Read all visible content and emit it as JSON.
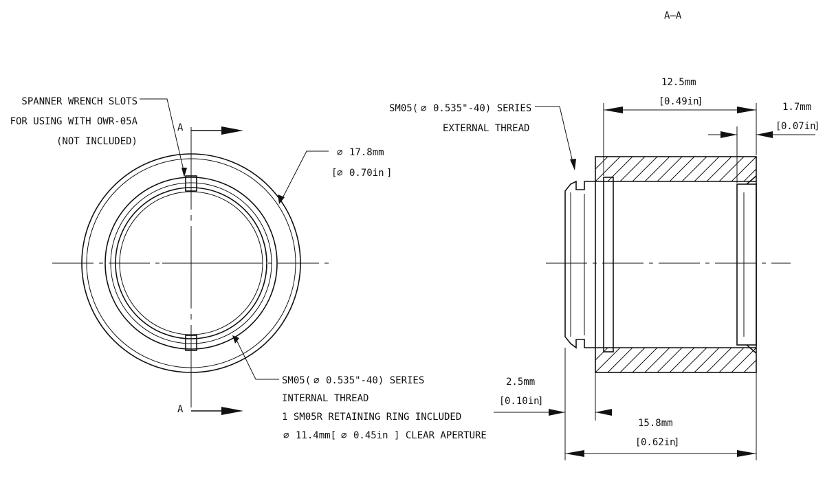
{
  "section_label": "A—A",
  "cut_marks": {
    "top": "A",
    "bottom": "A"
  },
  "front_view": {
    "slots_note": {
      "line1": "SPANNER WRENCH SLOTS",
      "line2": "FOR USING WITH OWR-05A",
      "line3": "(NOT INCLUDED)"
    },
    "outer_diameter": {
      "mm": "17.8mm",
      "inch": "0.70in"
    },
    "internal_thread_note": {
      "line1": "SM05(",
      "line1b": "0.535\"-40) SERIES",
      "line2": "INTERNAL THREAD",
      "line3": "1 SM05R RETAINING RING INCLUDED",
      "line4a": "11.4mm[",
      "line4b": "0.45in ] CLEAR APERTURE"
    }
  },
  "side_view": {
    "external_thread_note": {
      "line1a": "SM05(",
      "line1b": "0.535\"-40) SERIES",
      "line2": "EXTERNAL THREAD"
    },
    "dim_body_length": {
      "mm": "12.5mm",
      "inch": "0.49in"
    },
    "dim_lip": {
      "mm": "1.7mm",
      "inch": "0.07in"
    },
    "dim_thread_length": {
      "mm": "2.5mm",
      "inch": "0.10in"
    },
    "dim_total_length": {
      "mm": "15.8mm",
      "inch": "0.62in"
    }
  },
  "symbols": {
    "diameter": "⌀"
  }
}
